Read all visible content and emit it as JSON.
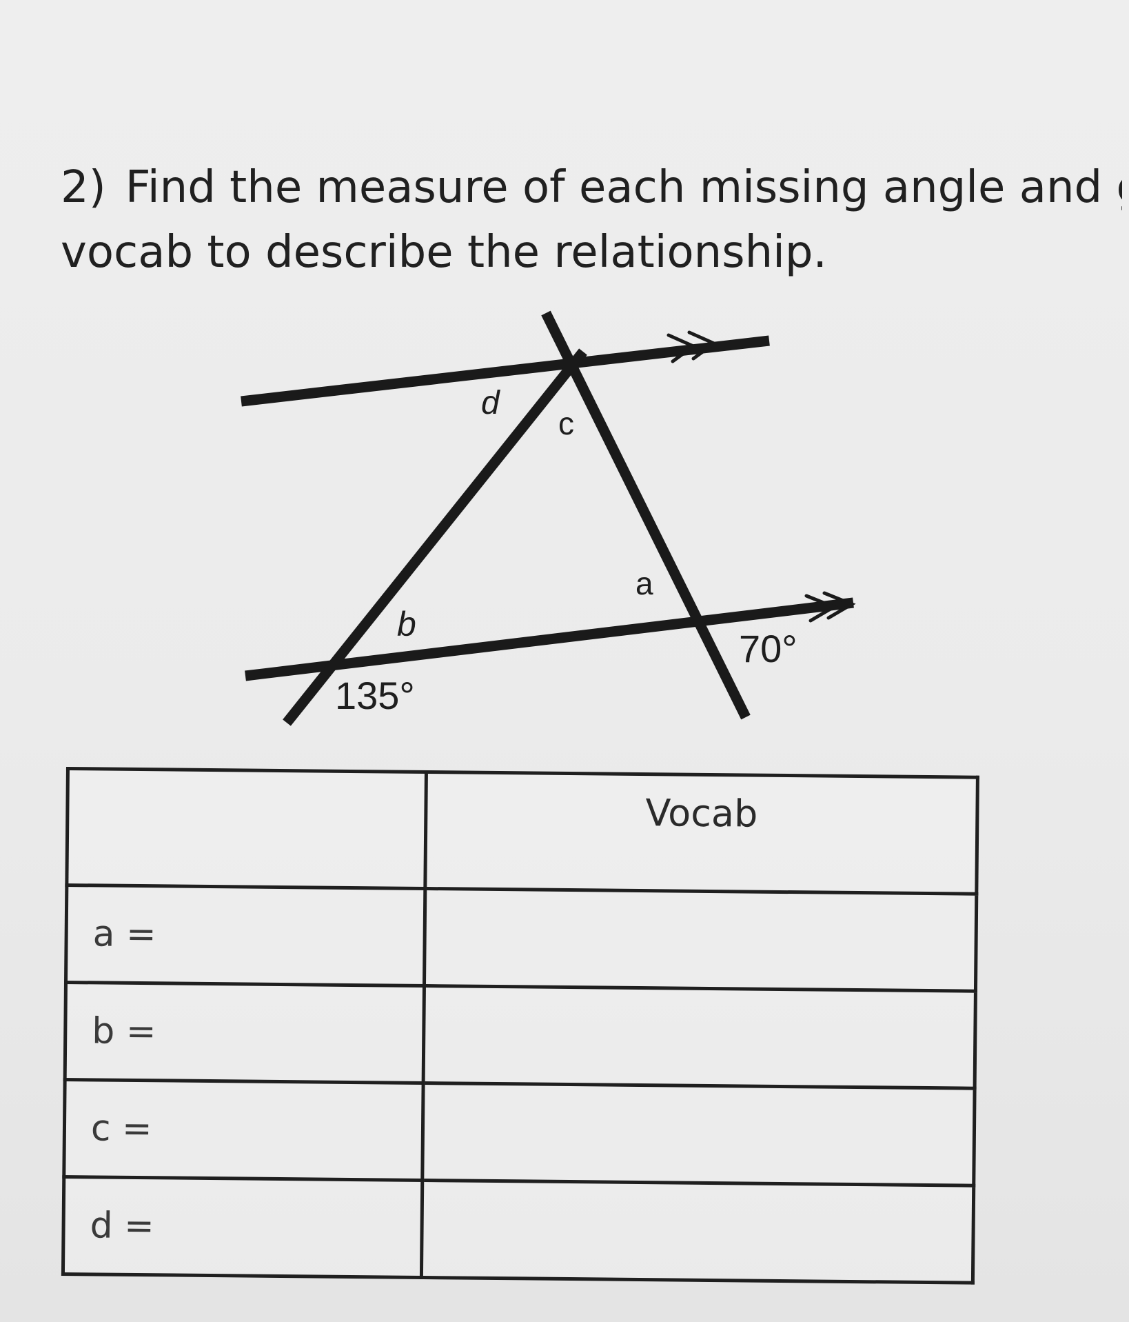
{
  "question": {
    "number": "2)",
    "line1": "Find the measure of each missing angle and give a",
    "line2": "vocab to describe the relationship."
  },
  "diagram": {
    "labels": {
      "d": "d",
      "c": "c",
      "a": "a",
      "b": "b",
      "angle_bottom_left": "135°",
      "angle_bottom_right": "70°"
    }
  },
  "table": {
    "headers": [
      "",
      "Vocab"
    ],
    "rows": [
      {
        "variable": "a =",
        "vocab": ""
      },
      {
        "variable": "b =",
        "vocab": ""
      },
      {
        "variable": "c =",
        "vocab": ""
      },
      {
        "variable": "d =",
        "vocab": ""
      }
    ]
  }
}
